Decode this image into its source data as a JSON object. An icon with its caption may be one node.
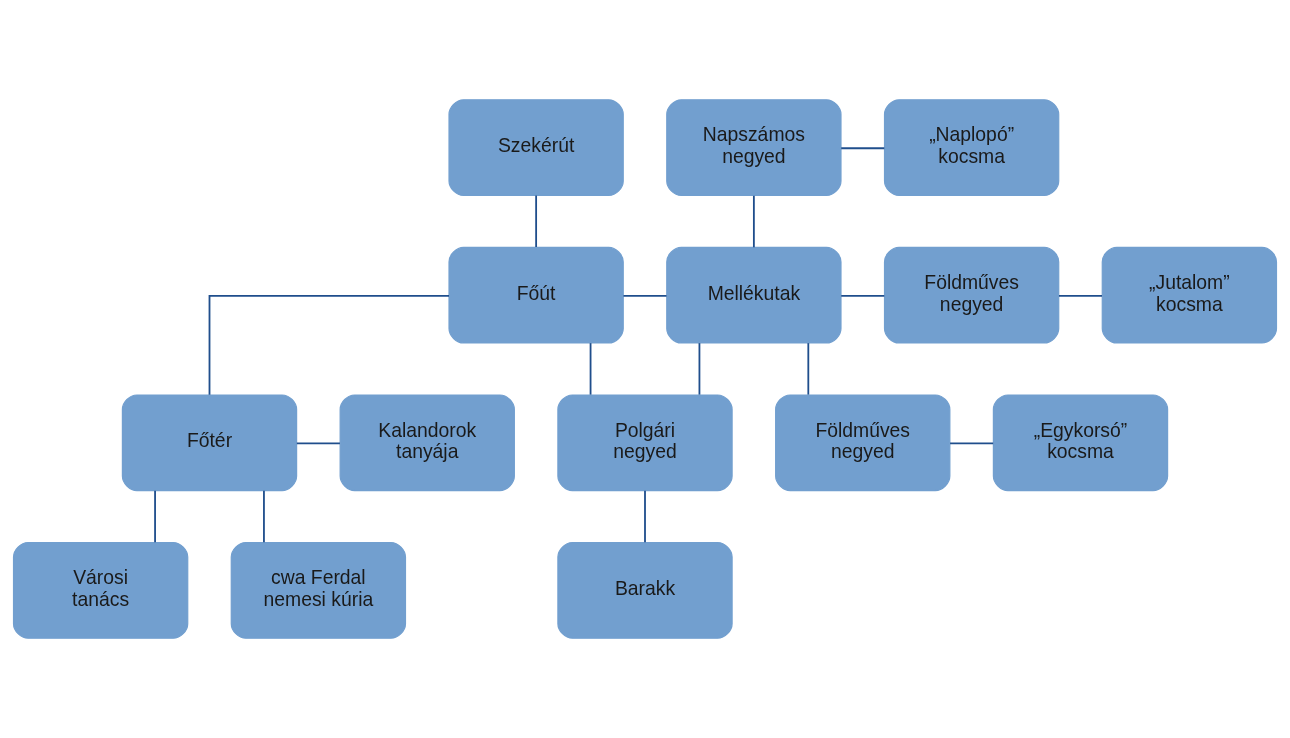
{
  "diagram": {
    "nodes": [
      {
        "text": [
          "Szekérút"
        ]
      },
      {
        "text": [
          "Napszámos negyed"
        ]
      },
      {
        "text": [
          "„Naplopó” kocsma"
        ]
      },
      {
        "text": [
          "Főút"
        ]
      },
      {
        "text": [
          "Mellékutak"
        ]
      },
      {
        "text": [
          "Földműves negyed"
        ]
      },
      {
        "text": [
          "„Jutalom” kocsma"
        ]
      },
      {
        "text": [
          "Kalandorok tanyája"
        ]
      },
      {
        "text": [
          "Főtér"
        ]
      },
      {
        "text": [
          "Polgári negyed"
        ]
      },
      {
        "text": [
          "Földműves negyed"
        ]
      },
      {
        "text": [
          "„Egykorsó” kocsma"
        ]
      },
      {
        "text": [
          "Városi tanács"
        ]
      },
      {
        "text": [
          "cwa Ferdal nemesi kúria"
        ]
      },
      {
        "text": [
          "Barakk"
        ]
      }
    ],
    "edges": [
      {
        "from": 0,
        "to": 3,
        "arrow": "none"
      },
      {
        "from": 3,
        "to": 4,
        "arrow": "none"
      },
      {
        "from": 3,
        "to": 9,
        "arrow": "none"
      },
      {
        "from": 3,
        "to": 8,
        "arrow": "none"
      },
      {
        "from": 4,
        "to": 1,
        "arrow": "none"
      },
      {
        "from": 4,
        "to": 5,
        "arrow": "none"
      },
      {
        "from": 4,
        "to": 9,
        "arrow": "none"
      },
      {
        "from": 4,
        "to": 10,
        "arrow": "none"
      },
      {
        "from": 1,
        "to": 2,
        "arrow": "none"
      },
      {
        "from": 5,
        "to": 6,
        "arrow": "none"
      },
      {
        "from": 10,
        "to": 11,
        "arrow": "none"
      },
      {
        "from": 8,
        "to": 7,
        "arrow": "none"
      },
      {
        "from": 8,
        "to": 12,
        "arrow": "none"
      },
      {
        "from": 8,
        "to": 13,
        "arrow": "none"
      },
      {
        "from": 9,
        "to": 14,
        "arrow": "none"
      }
    ]
  }
}
